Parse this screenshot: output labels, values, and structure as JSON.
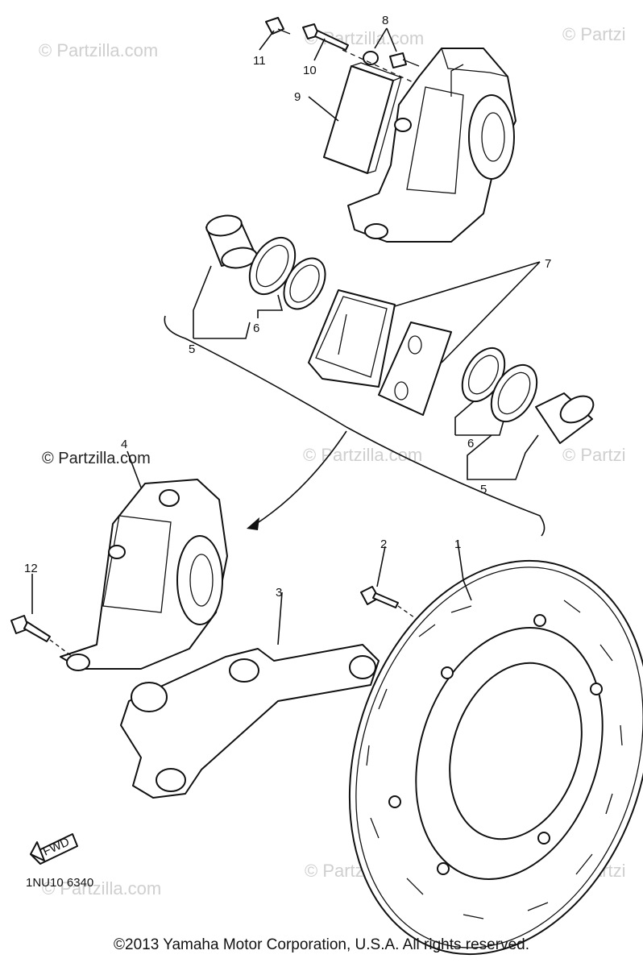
{
  "watermarks": {
    "top_left": "© Partzilla.com",
    "top_center": "© Partzilla.com",
    "top_right": "© Partzi",
    "mid_left": "© Partzilla.com",
    "mid_center": "© Partzilla.com",
    "mid_right": "© Partzi",
    "bottom_left": "© Partzilla.com",
    "bottom_center": "© Partzilla.com",
    "bottom_right": "© Partzi"
  },
  "callouts": {
    "c1": "1",
    "c2": "2",
    "c3": "3",
    "c4": "4",
    "c5a": "5",
    "c5b": "5",
    "c6a": "6",
    "c6b": "6",
    "c7": "7",
    "c8": "8",
    "c9": "9",
    "c10": "10",
    "c11": "11",
    "c12": "12"
  },
  "direction_label": "FWD",
  "diagram_code": "1NU10 6340",
  "copyright": "©2013  Yamaha Motor Corporation, U.S.A. All rights reserved."
}
